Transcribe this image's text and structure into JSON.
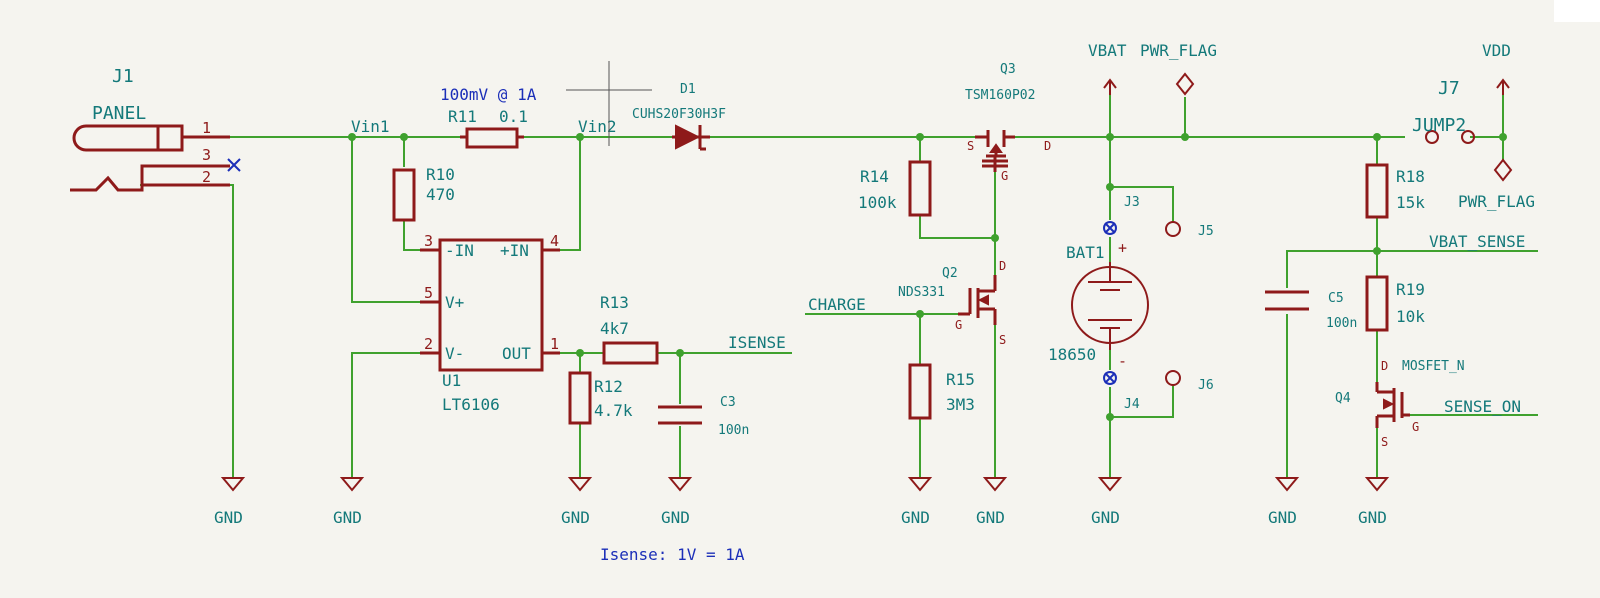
{
  "connectors": {
    "j1_ref": "J1",
    "j1_value": "PANEL",
    "j1_pin1": "1",
    "j1_pin2": "2",
    "j1_pin3": "3",
    "j7_ref": "J7",
    "j7_value": "JUMP2",
    "j3": "J3",
    "j4": "J4",
    "j5": "J5",
    "j6": "J6"
  },
  "nets": {
    "vin1": "Vin1",
    "vin2": "Vin2",
    "charge": "CHARGE",
    "isense": "ISENSE",
    "vbat_sense": "VBAT_SENSE",
    "sense_on": "SENSE_ON"
  },
  "power": {
    "gnd": "GND",
    "vbat": "VBAT",
    "vdd": "VDD",
    "pwr_flag": "PWR_FLAG"
  },
  "components": {
    "r10": {
      "ref": "R10",
      "value": "470"
    },
    "r11": {
      "ref": "R11",
      "value": "0.1"
    },
    "r12": {
      "ref": "R12",
      "value": "4.7k"
    },
    "r13": {
      "ref": "R13",
      "value": "4k7"
    },
    "r14": {
      "ref": "R14",
      "value": "100k"
    },
    "r15": {
      "ref": "R15",
      "value": "3M3"
    },
    "r18": {
      "ref": "R18",
      "value": "15k"
    },
    "r19": {
      "ref": "R19",
      "value": "10k"
    },
    "c3": {
      "ref": "C3",
      "value": "100n"
    },
    "c5": {
      "ref": "C5",
      "value": "100n"
    },
    "d1": {
      "ref": "D1",
      "value": "CUHS20F30H3F"
    },
    "q2": {
      "ref": "Q2",
      "value": "NDS331"
    },
    "q3": {
      "ref": "Q3",
      "value": "TSM160P02"
    },
    "q4": {
      "ref": "Q4",
      "value": "MOSFET_N"
    },
    "bat1": {
      "ref": "BAT1",
      "value": "18650",
      "plus": "+",
      "minus": "-"
    },
    "u1": {
      "ref": "U1",
      "value": "LT6106",
      "pin_in_minus": "-IN",
      "pin_in_plus": "+IN",
      "pin_vplus": "V+",
      "pin_vminus": "V-",
      "pin_out": "OUT",
      "n3": "3",
      "n4": "4",
      "n5": "5",
      "n2": "2",
      "n1": "1"
    }
  },
  "fet_pins": {
    "s": "S",
    "d": "D",
    "g": "G"
  },
  "notes": {
    "shunt": "100mV @ 1A",
    "isense_scale": "Isense: 1V = 1A"
  }
}
